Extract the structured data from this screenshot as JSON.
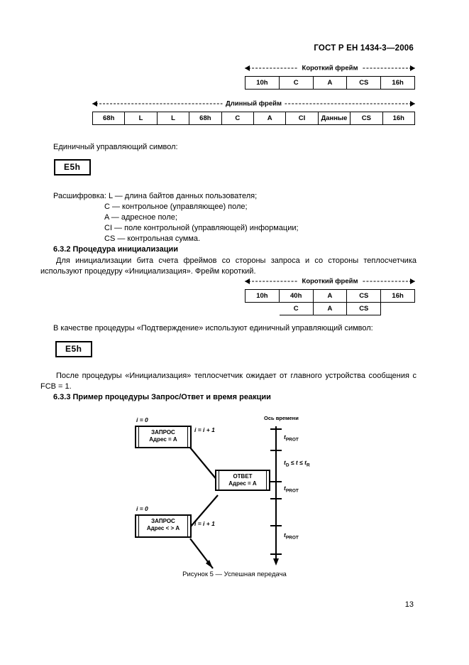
{
  "document": {
    "header": "ГОСТ Р ЕН 1434-3—2006",
    "page_number": "13"
  },
  "short_frame_1": {
    "span_label": "Короткий фрейм",
    "cells": [
      "10h",
      "C",
      "A",
      "CS",
      "16h"
    ]
  },
  "long_frame": {
    "span_label": "Длинный фрейм",
    "cells": [
      "68h",
      "L",
      "L",
      "68h",
      "C",
      "A",
      "CI",
      "Данные",
      "CS",
      "16h"
    ]
  },
  "single_char_1": {
    "intro": "Единичный управляющий символ:",
    "box_value": "E5h"
  },
  "legend": {
    "title": "Расшифровка:",
    "items": [
      "L — длина байтов данных пользователя;",
      "C — контрольное (управляющее) поле;",
      "A — адресное поле;",
      "CI — поле контрольной (управляющей) информации;",
      "CS — контрольная сумма."
    ]
  },
  "section_632": {
    "heading": "6.3.2  Процедура инициализации",
    "paragraph": "Для инициализации бита счета фреймов со стороны запроса и со стороны теплосчетчика используют процедуру «Инициализация». Фрейм короткий."
  },
  "short_frame_2": {
    "span_label": "Короткий фрейм",
    "row1": [
      "10h",
      "40h",
      "A",
      "CS",
      "16h"
    ],
    "row2": [
      "",
      "C",
      "A",
      "CS",
      ""
    ]
  },
  "single_char_2": {
    "intro": "В качестве процедуры «Подтверждение» используют единичный управляющий символ:",
    "box_value": "E5h"
  },
  "paragraph_fcb": "После процедуры «Инициализация» теплосчетчик ожидает от главного устройства сообщения с FCB = 1.",
  "section_633": {
    "heading": "6.3.3  Пример процедуры Запрос/Ответ и время реакции"
  },
  "figure": {
    "caption": "Рисунок 5 — Успешная передача",
    "axis_title": "Ось времени",
    "box_top": {
      "line1": "ЗАПРОС",
      "line2": "Адрес = A",
      "label_left": "i = 0",
      "label_right": "i = i + 1"
    },
    "box_mid": {
      "line1": "ОТВЕТ",
      "line2": "Адрес = A"
    },
    "box_bottom": {
      "line1": "ЗАПРОС",
      "line2": "Адрес < > A",
      "label_left": "i = 0",
      "label_right": "i = i + 1"
    },
    "time_labels": [
      {
        "base": "t",
        "sub": "PROT"
      },
      {
        "base": "t",
        "sub": "D",
        "expr": " ≤ t ≤ t",
        "sub2": "R"
      },
      {
        "base": "t",
        "sub": "PROT"
      },
      {
        "base": "t",
        "sub": "PROT"
      }
    ]
  }
}
